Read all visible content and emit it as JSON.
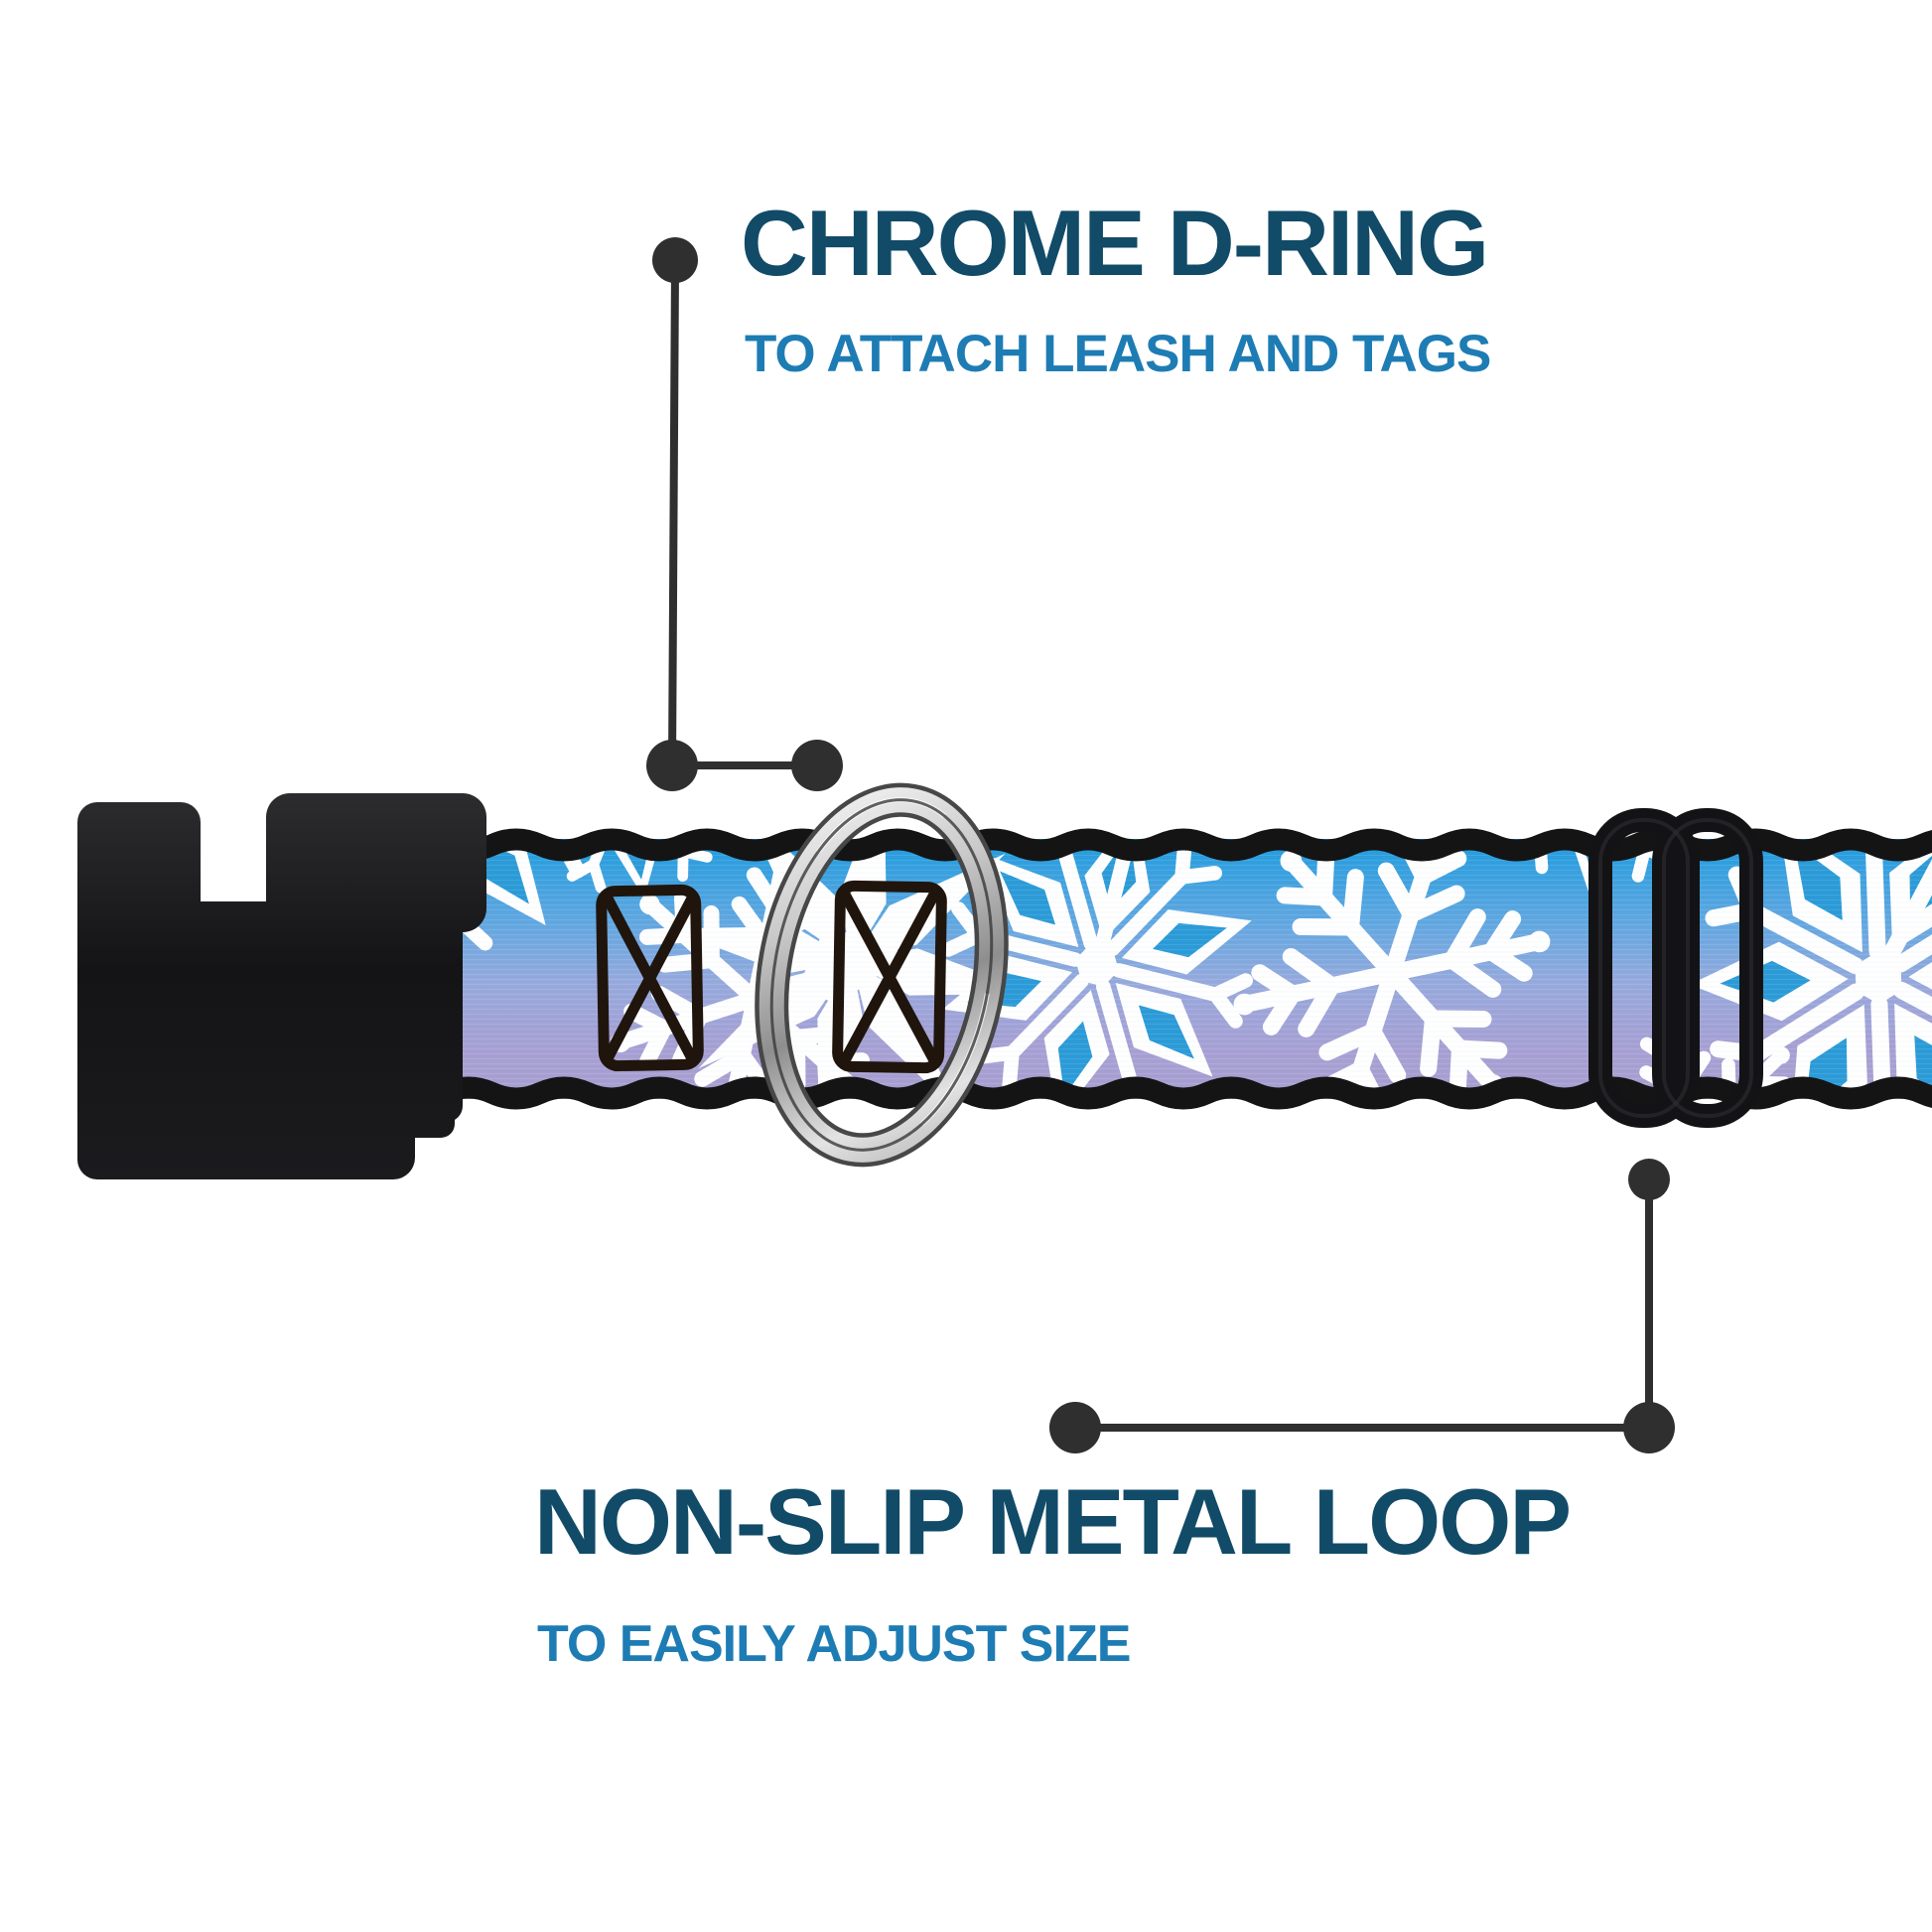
{
  "image_type": "product-feature-diagram",
  "subject": "dog-collar",
  "callouts": [
    {
      "id": "chrome-d-ring",
      "title": "CHROME D-RING",
      "subtitle": "TO ATTACH LEASH AND TAGS",
      "points_to": "chrome d-ring on collar"
    },
    {
      "id": "non-slip-metal-loop",
      "title": "NON-SLIP METAL LOOP",
      "subtitle": "TO EASILY ADJUST SIZE",
      "points_to": "black tri-glide slider on collar"
    }
  ],
  "collar": {
    "hardware": [
      "black side-release buckle",
      "chrome d-ring",
      "black metal tri-glide loop",
      "box-x stitching"
    ],
    "webbing_pattern": "white snowflakes on blue-to-lavender gradient"
  },
  "colors": {
    "background": "#ffffff",
    "title_navy": "#114b68",
    "subtitle_blue": "#1e7cb4",
    "callout_line": "#2f2f2f",
    "webbing_top_blue": "#1e9cde",
    "webbing_mid": "#93aee0",
    "webbing_bottom_lavender": "#a79fd2",
    "snowflake_white": "#ffffff",
    "snowflake_facet_blue": "#2b9bd8",
    "hardware_black": "#17171a",
    "chrome_silver": "#d2d2d2",
    "stitch_thread": "#20150c"
  }
}
